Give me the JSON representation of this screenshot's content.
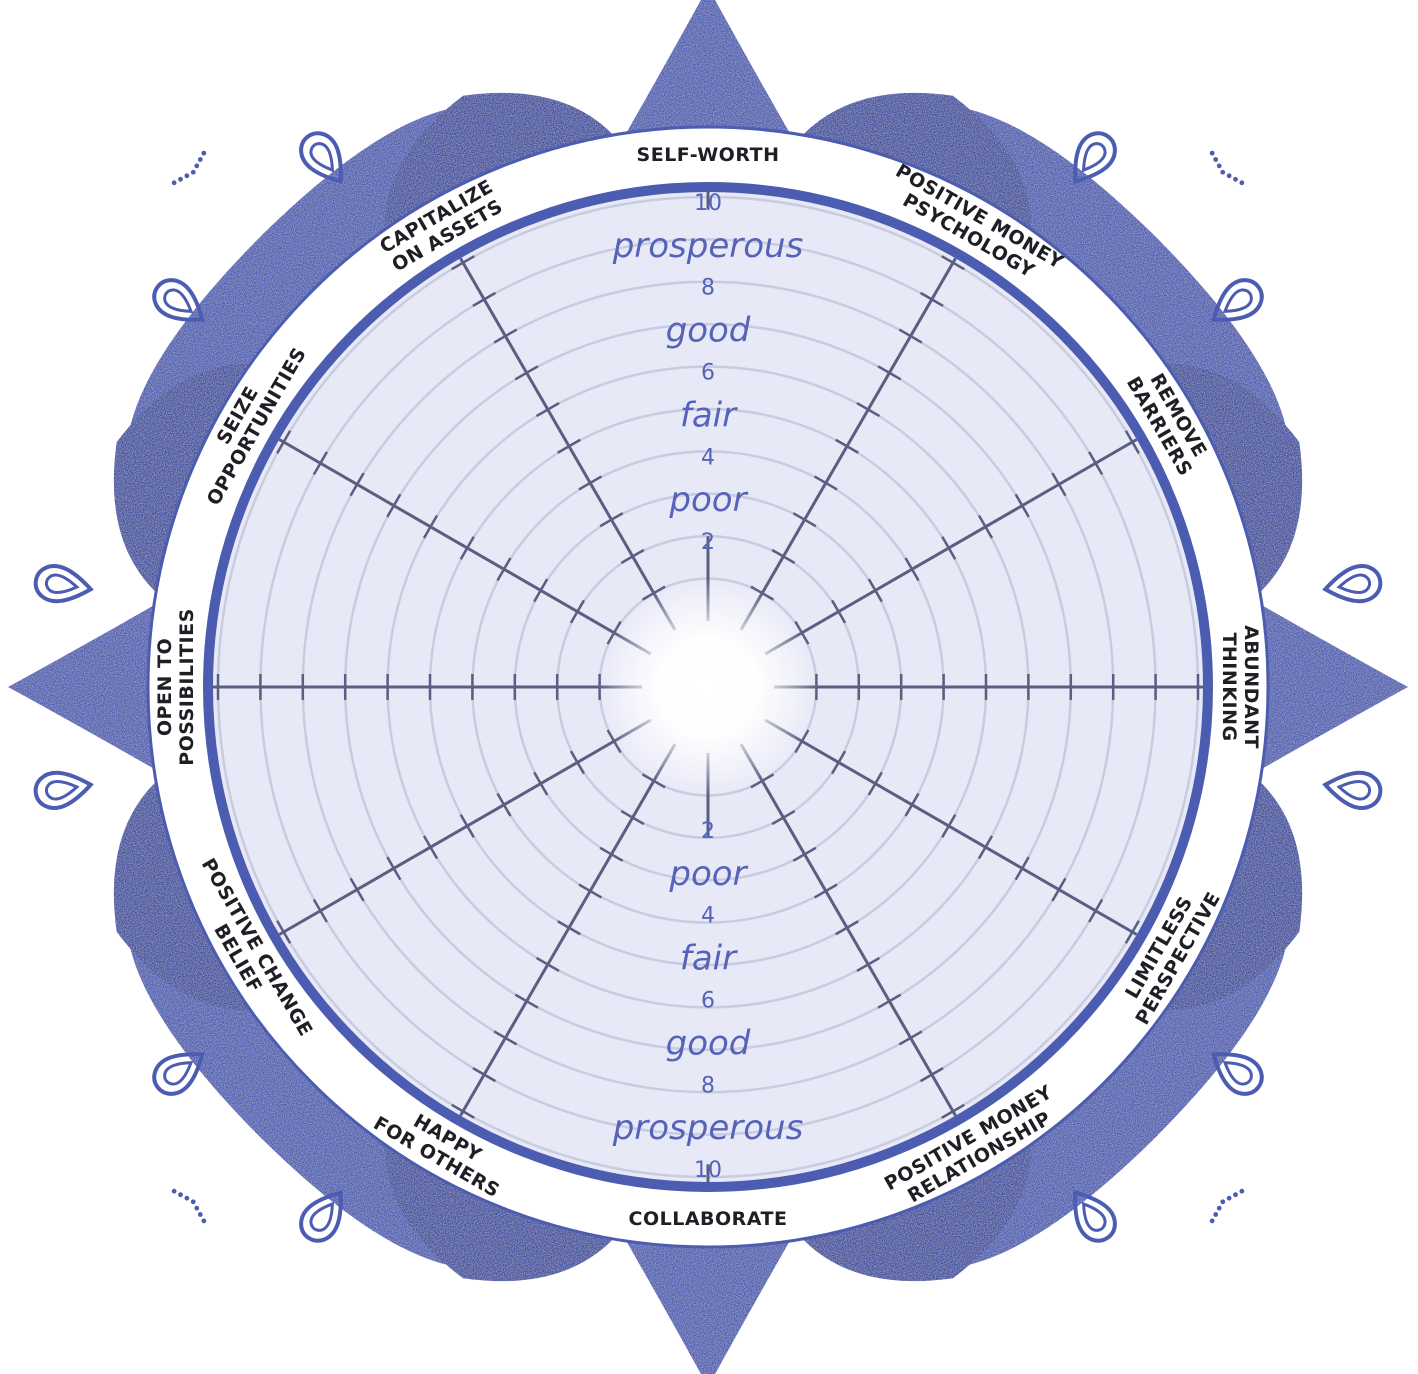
{
  "palette": {
    "petal": "#4c5cb0",
    "petal_dark": "#3e4d9e",
    "ring": "#ffffff",
    "ring_stroke": "#4c5cb0",
    "disc": "#e8e9f7",
    "circle_line": "#c9cbe0",
    "spoke": "#5a5e80",
    "label": "#1e1e24",
    "scale_text": "#5563b8"
  },
  "segments": [
    {
      "name": "self-worth",
      "lines": [
        "SELF-WORTH"
      ]
    },
    {
      "name": "positive-money-psychology",
      "lines": [
        "POSITIVE MONEY",
        "PSYCHOLOGY"
      ]
    },
    {
      "name": "remove-barriers",
      "lines": [
        "REMOVE",
        "BARRIERS"
      ]
    },
    {
      "name": "abundant-thinking",
      "lines": [
        "ABUNDANT",
        "THINKING"
      ]
    },
    {
      "name": "limitless-perspective",
      "lines": [
        "LIMITLESS",
        "PERSPECTIVE"
      ]
    },
    {
      "name": "positive-money-relationship",
      "lines": [
        "POSITIVE MONEY",
        "RELATIONSHIP"
      ]
    },
    {
      "name": "collaborate",
      "lines": [
        "COLLABORATE"
      ]
    },
    {
      "name": "happy-for-others",
      "lines": [
        "HAPPY",
        "FOR OTHERS"
      ]
    },
    {
      "name": "positive-change-belief",
      "lines": [
        "POSITIVE CHANGE",
        "BELIEF"
      ]
    },
    {
      "name": "open-to-possibilities",
      "lines": [
        "OPEN TO",
        "POSSIBILITIES"
      ]
    },
    {
      "name": "seize-opportunities",
      "lines": [
        "SEIZE",
        "OPPORTUNITIES"
      ]
    },
    {
      "name": "capitalize-on-assets",
      "lines": [
        "CAPITALIZE",
        "ON ASSETS"
      ]
    }
  ],
  "scale": {
    "levels": 10,
    "labels": [
      {
        "value": 10,
        "text": "10",
        "kind": "number"
      },
      {
        "value": 9,
        "text": "prosperous",
        "kind": "word"
      },
      {
        "value": 8,
        "text": "8",
        "kind": "number"
      },
      {
        "value": 7,
        "text": "good",
        "kind": "word"
      },
      {
        "value": 6,
        "text": "6",
        "kind": "number"
      },
      {
        "value": 5,
        "text": "fair",
        "kind": "word"
      },
      {
        "value": 4,
        "text": "4",
        "kind": "number"
      },
      {
        "value": 3,
        "text": "poor",
        "kind": "word"
      },
      {
        "value": 2,
        "text": "2",
        "kind": "number"
      }
    ]
  }
}
